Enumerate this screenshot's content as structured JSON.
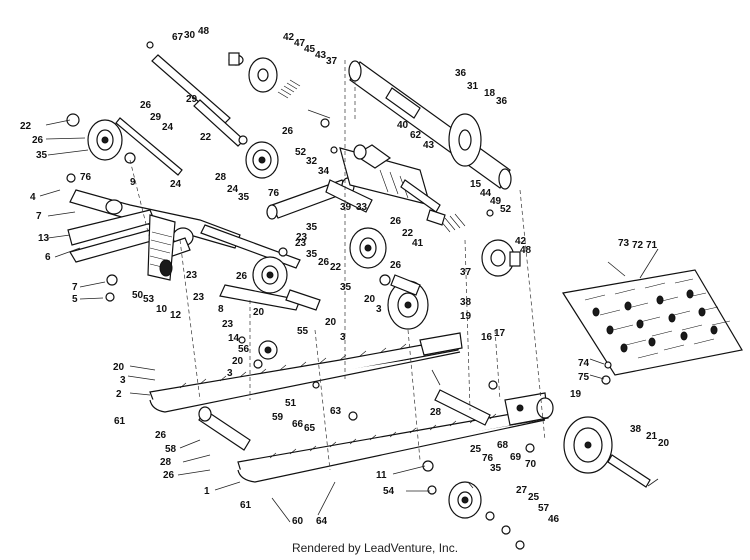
{
  "footer": "Rendered by LeadVenture, Inc.",
  "callouts": {
    "c1": "67",
    "c2": "30",
    "c3": "48",
    "c4": "42",
    "c5": "47",
    "c6": "45",
    "c7": "43",
    "c8": "37",
    "c9": "36",
    "c10": "31",
    "c11": "18",
    "c12": "36",
    "c13": "29",
    "c14": "26",
    "c15": "29",
    "c16": "24",
    "c17": "22",
    "c18": "26",
    "c19": "35",
    "c20": "22",
    "c21": "26",
    "c22": "40",
    "c23": "62",
    "c24": "43",
    "c25": "52",
    "c26": "32",
    "c27": "34",
    "c28": "76",
    "c29": "76",
    "c30": "4",
    "c31": "7",
    "c32": "13",
    "c33": "6",
    "c34": "9",
    "c35": "24",
    "c36": "28",
    "c37": "24",
    "c38": "35",
    "c39": "39",
    "c40": "33",
    "c41": "15",
    "c42": "44",
    "c43": "49",
    "c44": "52",
    "c45": "26",
    "c46": "22",
    "c47": "41",
    "c48": "42",
    "c49": "48",
    "c50": "37",
    "c51": "73",
    "c52": "72",
    "c53": "71",
    "c54": "7",
    "c55": "5",
    "c56": "50",
    "c57": "53",
    "c58": "10",
    "c59": "12",
    "c60": "23",
    "c61": "8",
    "c62": "23",
    "c63": "35",
    "c64": "26",
    "c65": "22",
    "c66": "26",
    "c67": "35",
    "c68": "20",
    "c69": "3",
    "c70": "38",
    "c71": "19",
    "c72": "23",
    "c73": "14",
    "c74": "56",
    "c75": "20",
    "c76": "55",
    "c77": "20",
    "c78": "3",
    "c79": "20",
    "c80": "3",
    "c81": "16",
    "c82": "17",
    "c83": "20",
    "c84": "3",
    "c85": "2",
    "c86": "61",
    "c87": "51",
    "c88": "74",
    "c89": "75",
    "c90": "26",
    "c91": "58",
    "c92": "28",
    "c93": "26",
    "c94": "59",
    "c95": "66",
    "c96": "65",
    "c97": "63",
    "c98": "28",
    "c99": "19",
    "c100": "38",
    "c101": "21",
    "c102": "20",
    "c103": "25",
    "c104": "76",
    "c105": "35",
    "c106": "68",
    "c107": "69",
    "c108": "70",
    "c109": "11",
    "c110": "1",
    "c111": "61",
    "c112": "54",
    "c113": "27",
    "c114": "25",
    "c115": "57",
    "c116": "46",
    "c117": "60",
    "c118": "64",
    "c119": "23",
    "c120": "35",
    "c121": "23",
    "c122": "26"
  }
}
